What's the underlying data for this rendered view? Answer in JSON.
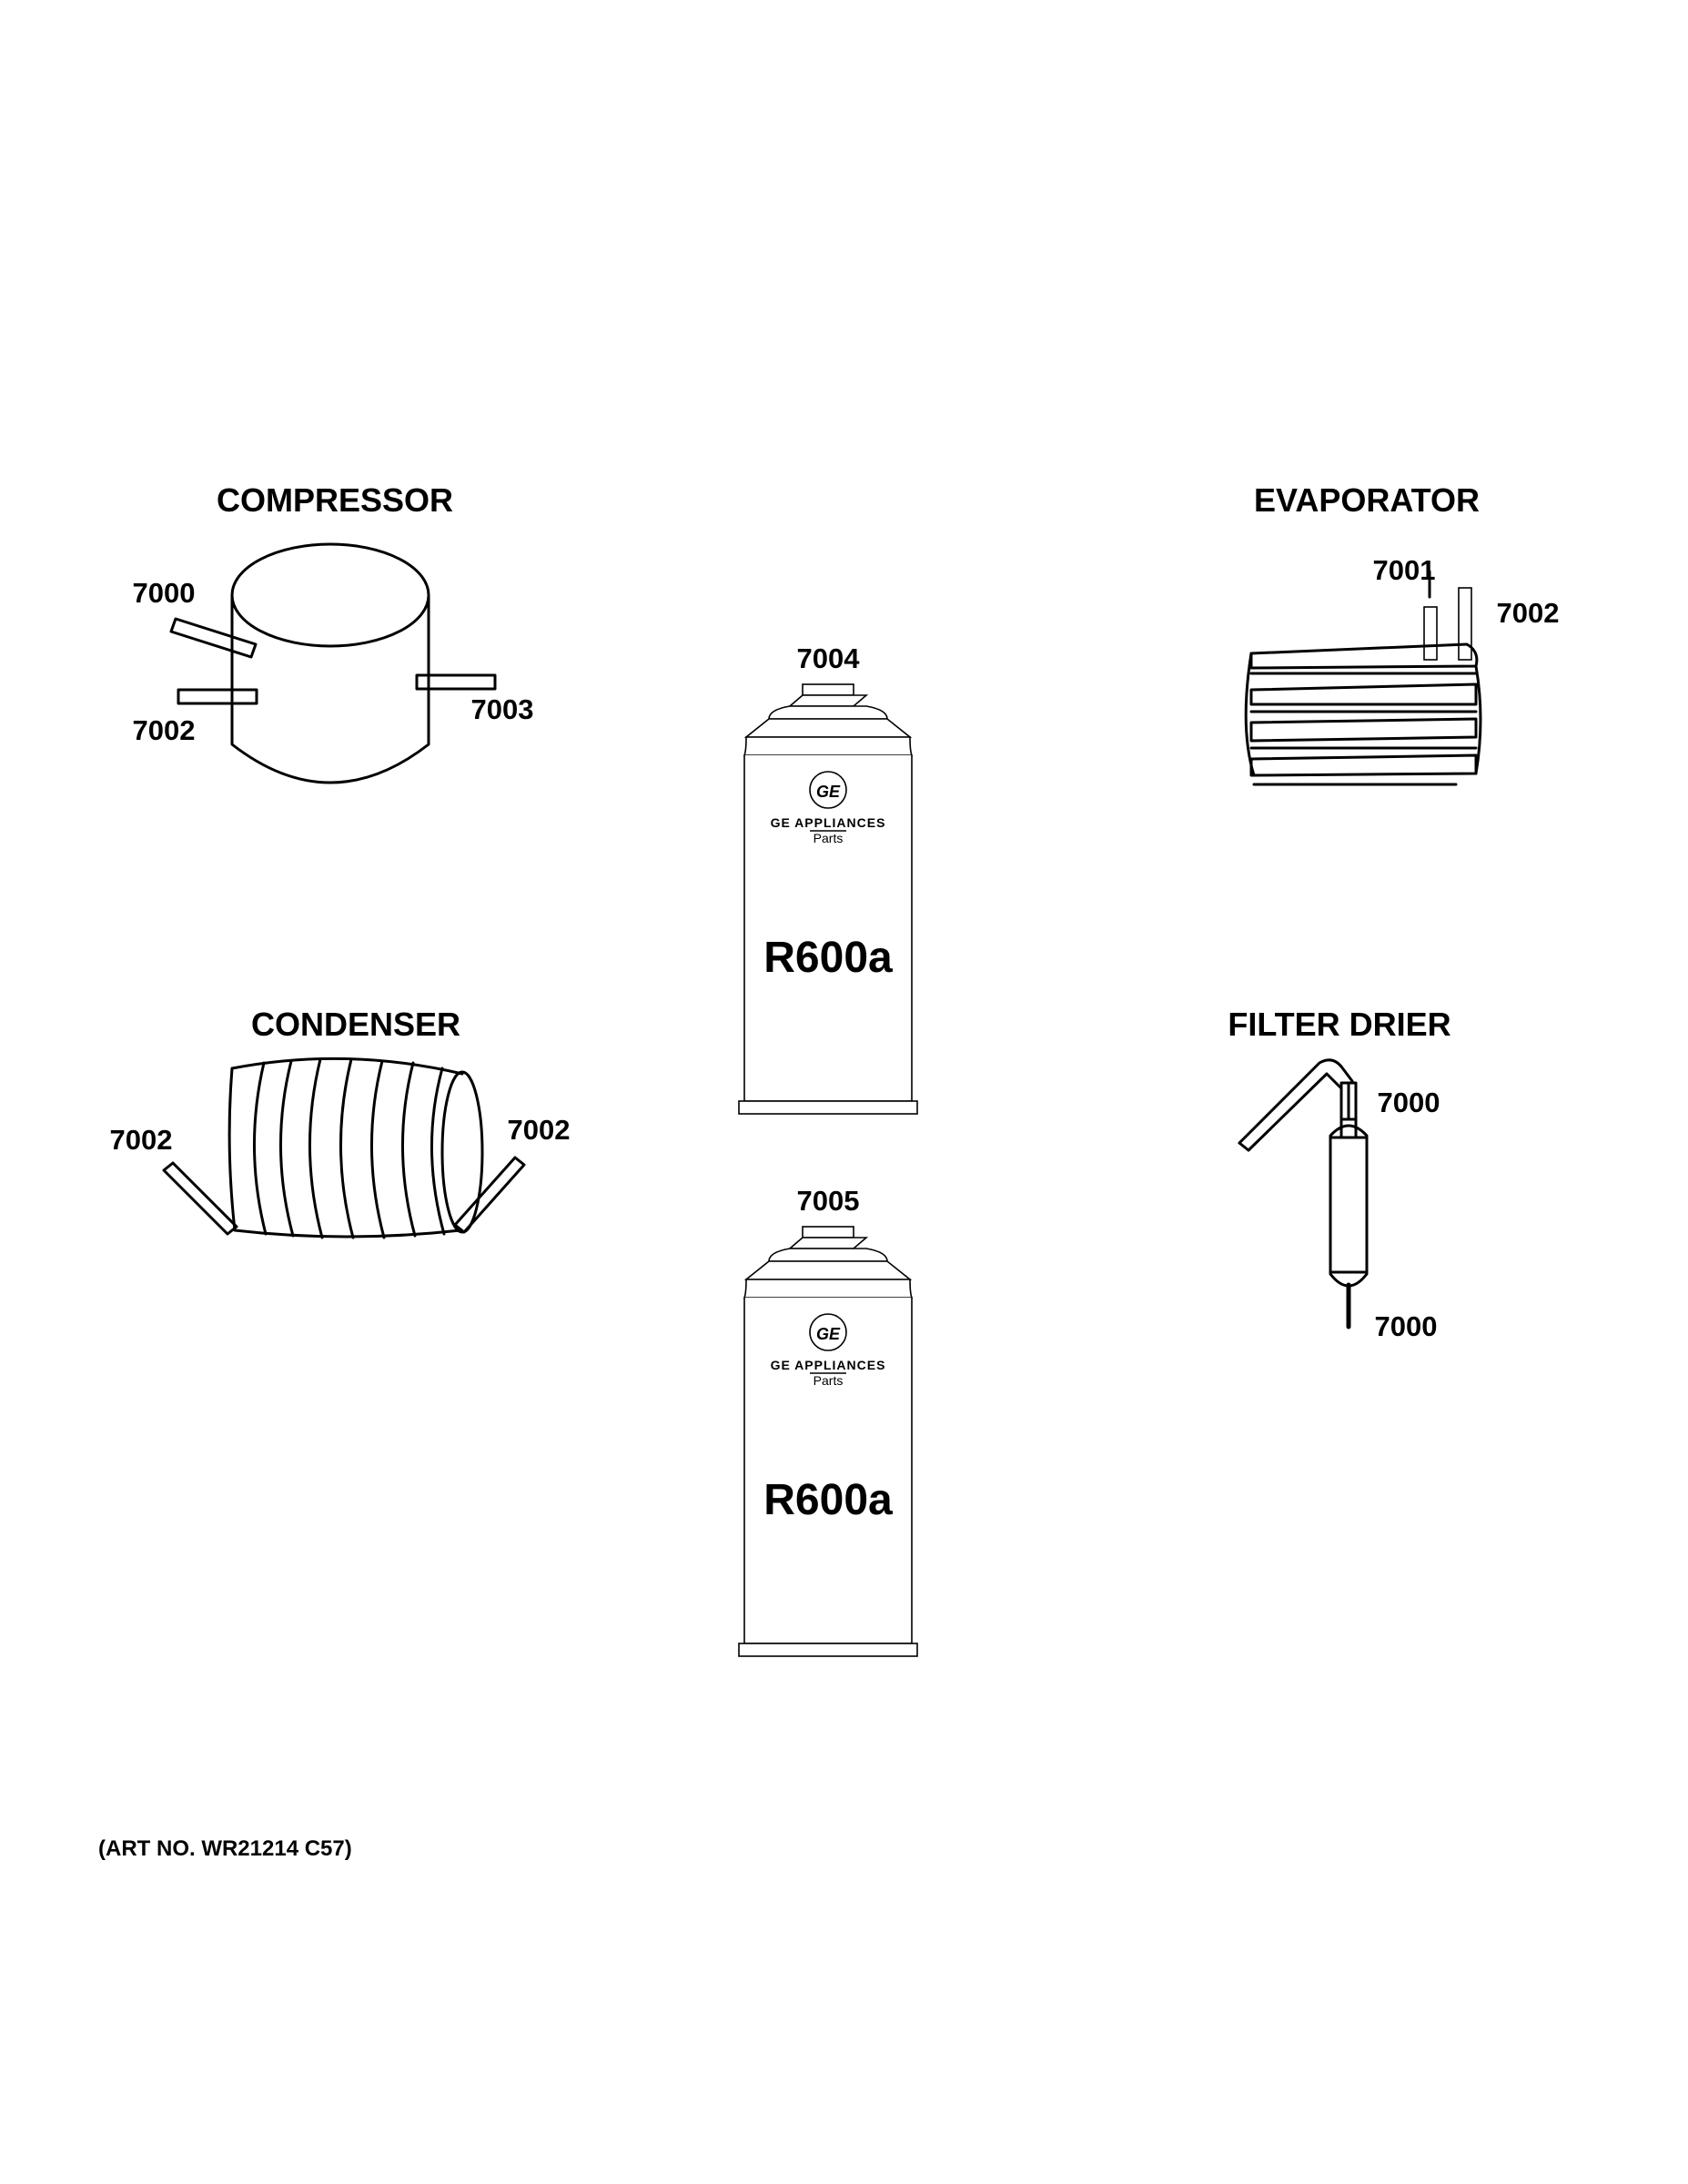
{
  "diagram": {
    "sections": {
      "compressor": "COMPRESSOR",
      "evaporator": "EVAPORATOR",
      "condenser": "CONDENSER",
      "filter_drier": "FILTER DRIER"
    },
    "callouts": {
      "compressor_top_left": "7000",
      "compressor_bottom_left": "7002",
      "compressor_right": "7003",
      "evaporator_left": "7001",
      "evaporator_right": "7002",
      "condenser_left": "7002",
      "condenser_right": "7002",
      "filter_drier_top": "7000",
      "filter_drier_bottom": "7000",
      "can_top": "7004",
      "can_bottom": "7005"
    },
    "can_label": {
      "brand": "GE APPLIANCES",
      "sub": "Parts",
      "refrigerant": "R600a"
    },
    "art_number": "(ART NO. WR21214 C57)"
  }
}
